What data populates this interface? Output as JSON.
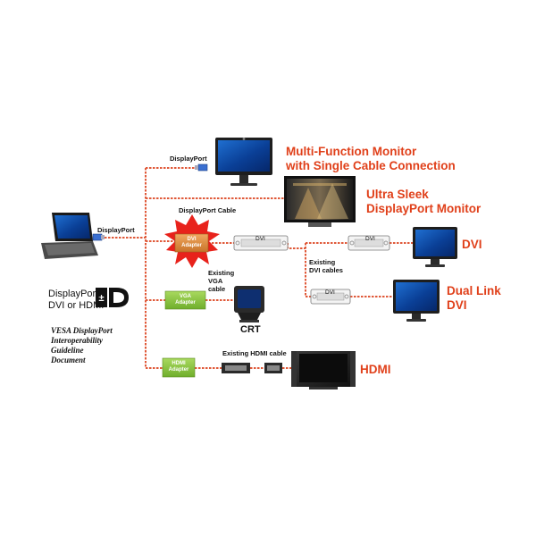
{
  "labels": {
    "dp_top": "DisplayPort",
    "dp_laptop": "DisplayPort",
    "dp_cable": "DisplayPort Cable",
    "dvi_1": "DVI",
    "dvi_2": "DVI",
    "dvi_3": "DVI",
    "existing_dvi_1": "Existing",
    "existing_dvi_2": "DVI cables",
    "existing_vga_1": "Existing",
    "existing_vga_2": "VGA",
    "existing_vga_3": "cable",
    "existing_hdmi": "Existing HDMI cable",
    "crt": "CRT"
  },
  "adapters": {
    "dvi_1": "DVI",
    "dvi_2": "Adapter",
    "vga_1": "VGA",
    "vga_2": "Adapter",
    "hdmi_1": "HDMI",
    "hdmi_2": "Adapter"
  },
  "titles": {
    "mf_1": "Multi-Function Monitor",
    "mf_2": "with Single Cable Connection",
    "us_1": "Ultra Sleek",
    "us_2": "DisplayPort Monitor",
    "dvi": "DVI",
    "dual_1": "Dual Link",
    "dual_2": "DVI",
    "hdmi": "HDMI"
  },
  "logo": {
    "text_1": "DisplayPort,",
    "text_2": "DVI or HDMI"
  },
  "vesa": {
    "line_1": "VESA DisplayPort",
    "line_2": "Interoperability",
    "line_3": "Guideline",
    "line_4": "Document"
  },
  "colors": {
    "title_red": "#e0401a",
    "cable_red": "#e05a3a",
    "adapter_green": "#8cc63f",
    "burst_red": "#e8221b",
    "dvi_adapter_orange": "#e08a3c"
  },
  "icons": [
    "laptop-icon",
    "monitor-icon",
    "crt-icon",
    "tv-icon",
    "dvi-connector-icon",
    "hdmi-connector-icon",
    "displayport-plug-icon",
    "dp-logo-icon"
  ]
}
